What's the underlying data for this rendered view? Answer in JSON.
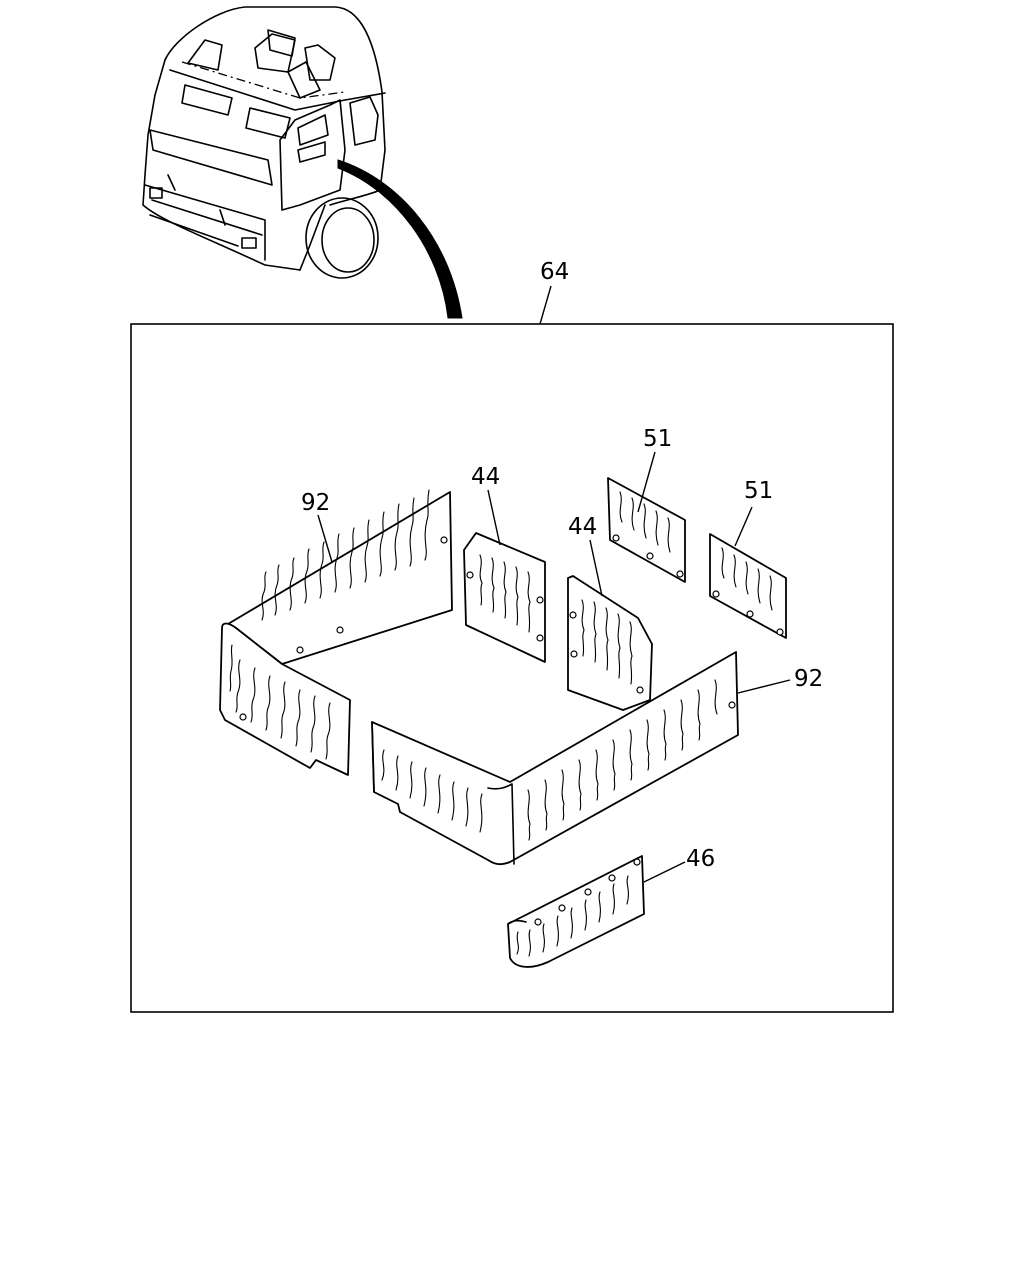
{
  "callouts": {
    "assembly": "64",
    "rear_wall_panel": "92",
    "front_panel": "92",
    "door_panel_left": "44",
    "door_panel_right": "44",
    "roof_panel_left": "51",
    "roof_panel_right": "51",
    "floor_panel": "46"
  }
}
